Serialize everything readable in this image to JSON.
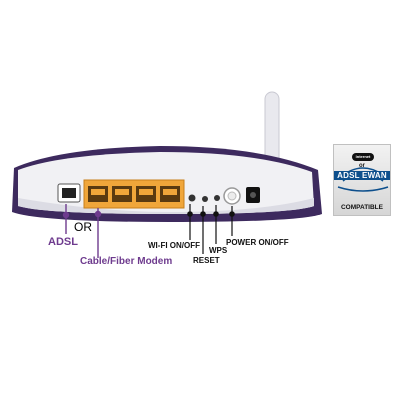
{
  "colors": {
    "router_body": "#f1f1f4",
    "router_trim": "#3d2a5e",
    "lan_ports": "#f0a63a",
    "callout_purple": "#6e3b8e",
    "callout_black": "#111111",
    "badge_blue": "#0d4f8c"
  },
  "labels": {
    "adsl": "ADSL",
    "or": "OR",
    "cable_fiber": "Cable/Fiber Modem",
    "wifi": "WI-FI ON/OFF",
    "reset": "RESET",
    "wps": "WPS",
    "power": "POWER ON/OFF"
  },
  "badge": {
    "internet": "Internet",
    "or": "or",
    "adsl_ewan": "ADSL EWAN",
    "compatible": "COMPATIBLE"
  }
}
